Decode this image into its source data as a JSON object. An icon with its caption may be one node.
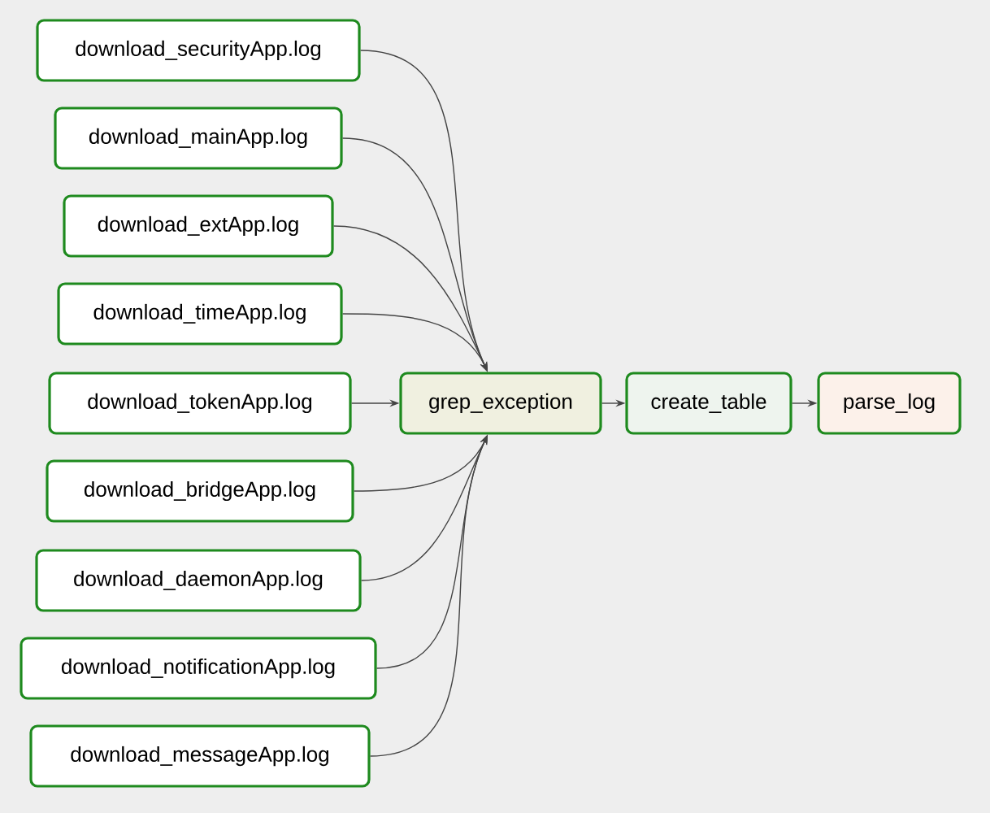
{
  "diagram": {
    "nodes": [
      {
        "text": [
          "download_securityApp.log"
        ]
      },
      {
        "text": [
          "download_mainApp.log"
        ]
      },
      {
        "text": [
          "download_extApp.log"
        ]
      },
      {
        "text": [
          "download_timeApp.log"
        ]
      },
      {
        "text": [
          "download_tokenApp.log"
        ]
      },
      {
        "text": [
          "download_bridgeApp.log"
        ]
      },
      {
        "text": [
          "download_daemonApp.log"
        ]
      },
      {
        "text": [
          "download_notificationApp.log"
        ]
      },
      {
        "text": [
          "download_messageApp.log"
        ]
      },
      {
        "text": [
          "grep_exception"
        ]
      },
      {
        "text": [
          "create_table"
        ]
      },
      {
        "text": [
          "parse_log"
        ]
      }
    ],
    "edges": [
      {
        "from": 0,
        "to": 9,
        "arrow": "to"
      },
      {
        "from": 1,
        "to": 9,
        "arrow": "to"
      },
      {
        "from": 2,
        "to": 9,
        "arrow": "to"
      },
      {
        "from": 3,
        "to": 9,
        "arrow": "to"
      },
      {
        "from": 4,
        "to": 9,
        "arrow": "to"
      },
      {
        "from": 5,
        "to": 9,
        "arrow": "to"
      },
      {
        "from": 6,
        "to": 9,
        "arrow": "to"
      },
      {
        "from": 7,
        "to": 9,
        "arrow": "to"
      },
      {
        "from": 8,
        "to": 9,
        "arrow": "to"
      },
      {
        "from": 9,
        "to": 10,
        "arrow": "to"
      },
      {
        "from": 10,
        "to": 11,
        "arrow": "to"
      }
    ]
  }
}
